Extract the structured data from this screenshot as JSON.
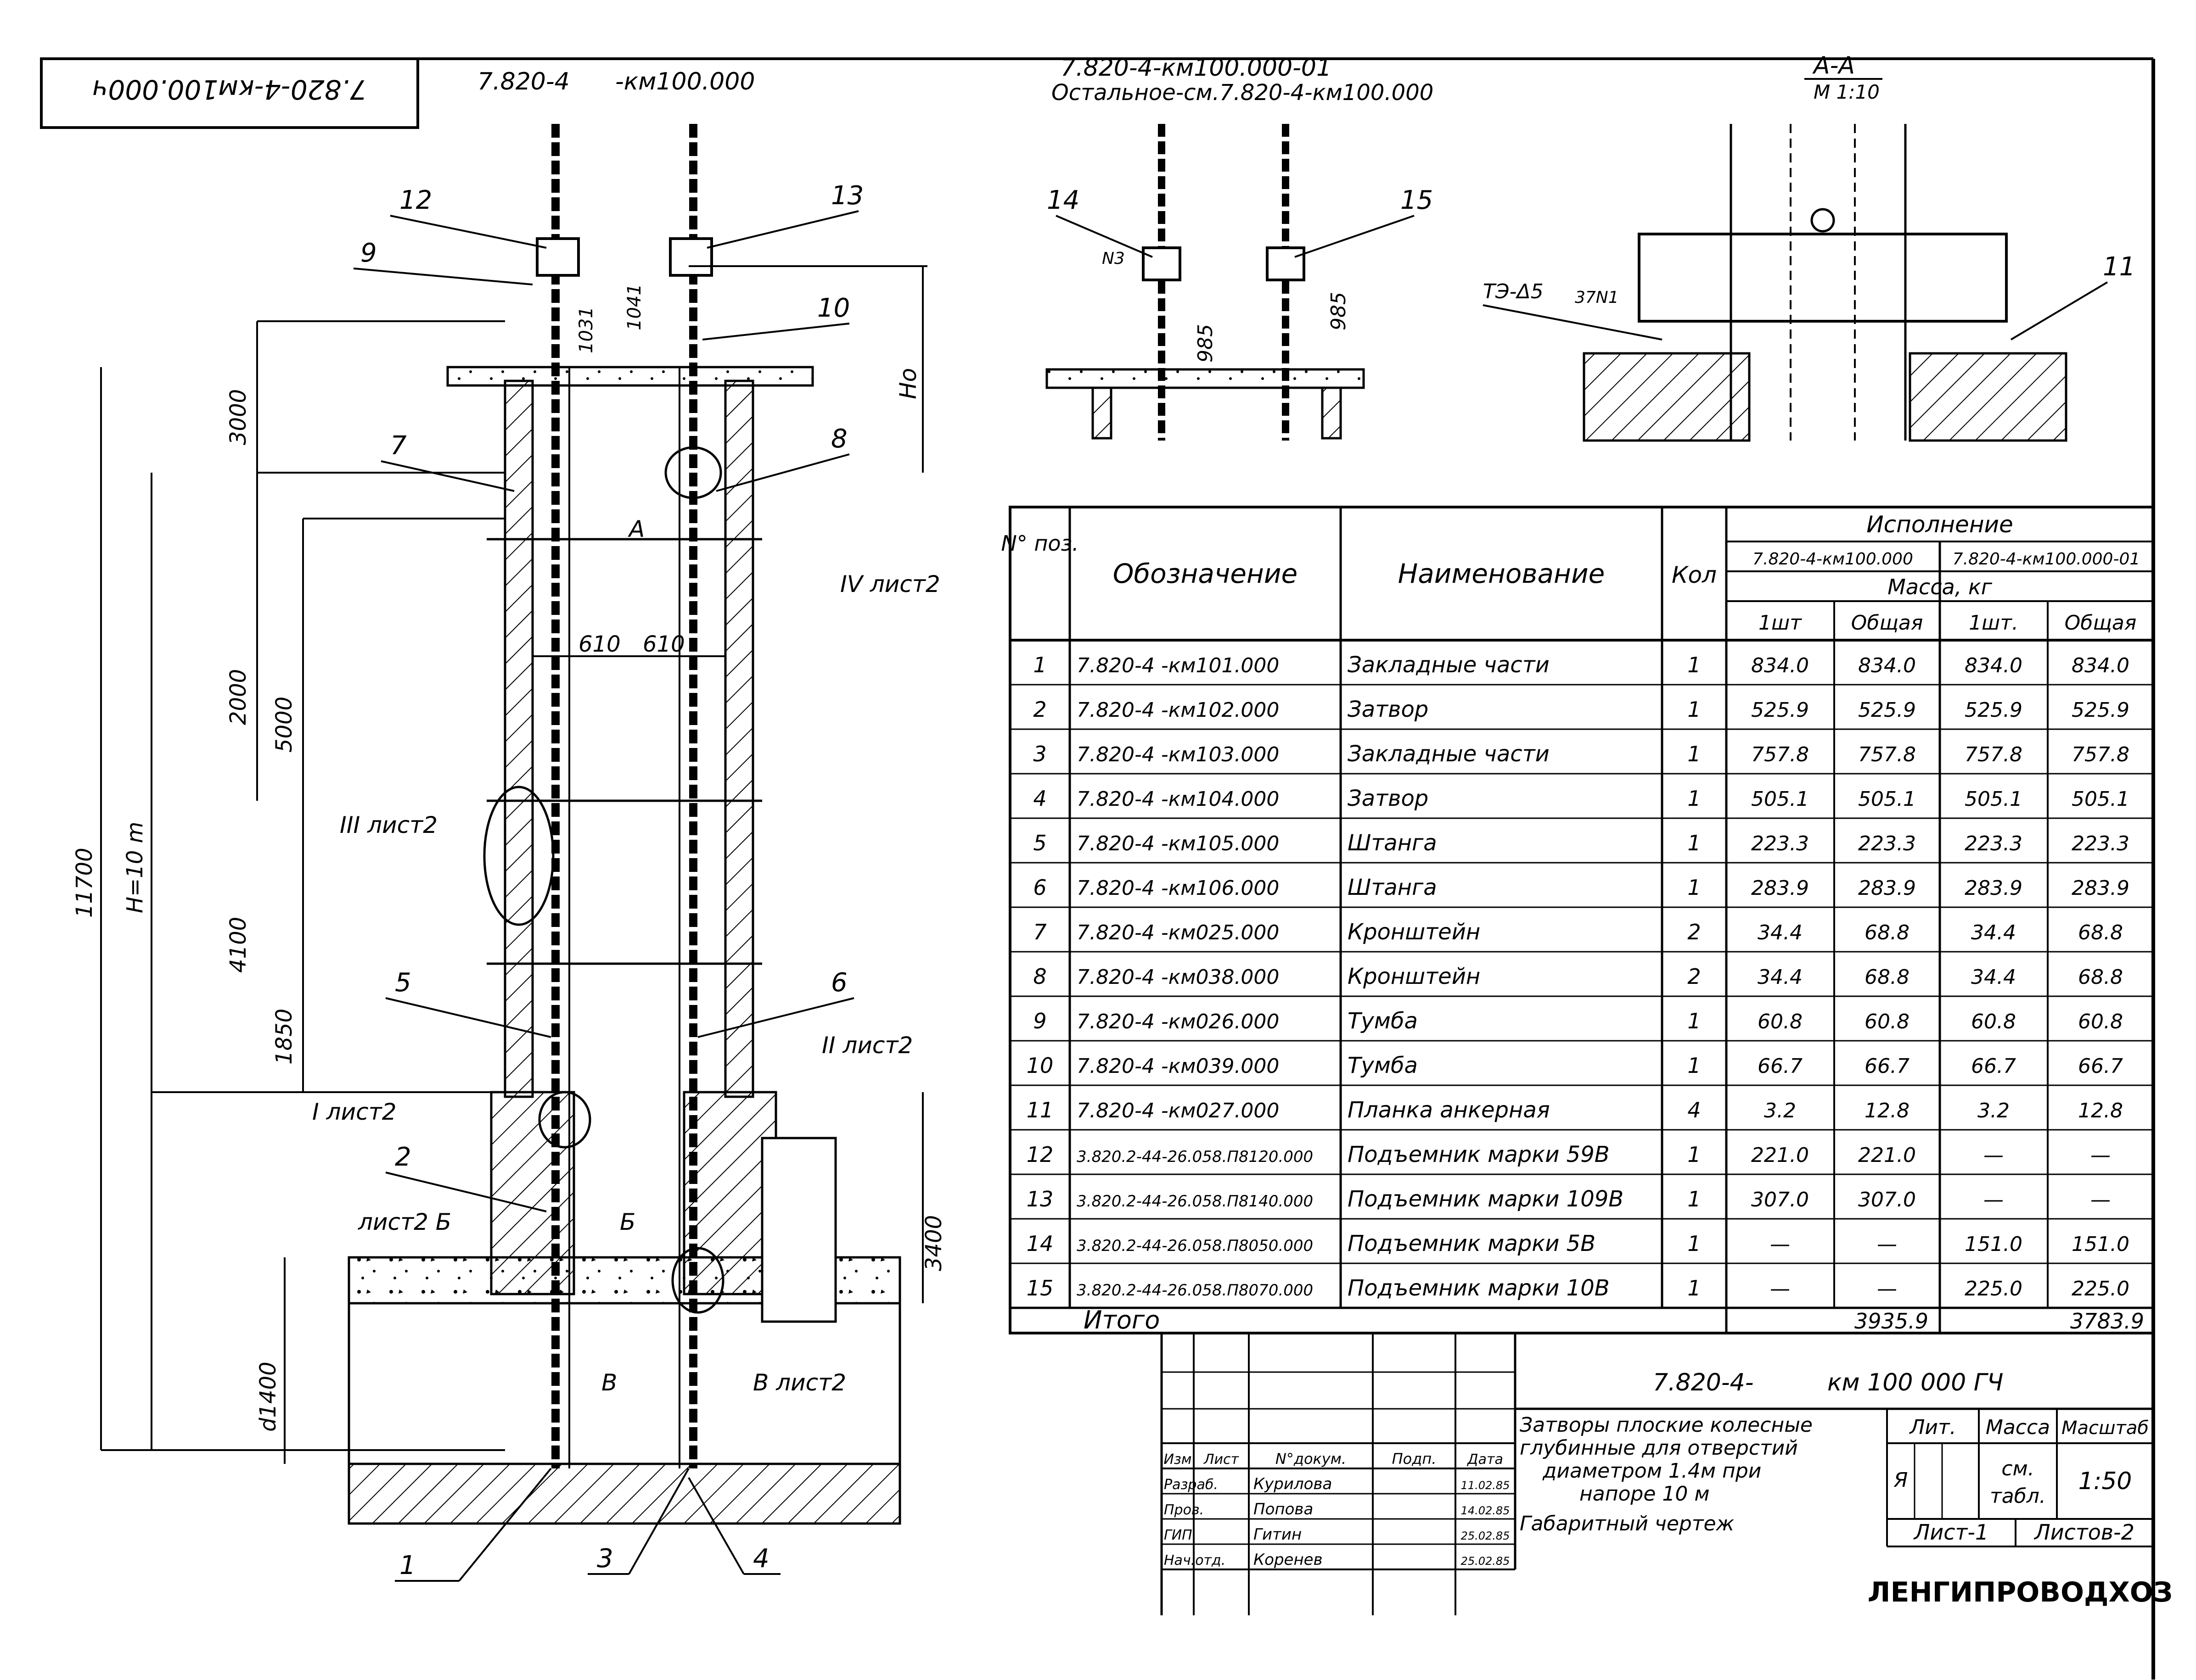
{
  "stamp_rotated": "7.820-4-км100.000ч",
  "left_view": {
    "code": "7.820-4",
    "code_suffix": "-км100.000",
    "position_labels": [
      "12",
      "9",
      "13",
      "10",
      "7",
      "8",
      "5",
      "6",
      "2",
      "1",
      "3",
      "4"
    ],
    "detail_refs": {
      "iv": "IV лист2",
      "iii": "III лист2",
      "i": "I лист2",
      "ii": "II лист2",
      "b_sheet": "лист2 Б",
      "b_letter": "Б",
      "v_sheet": "В лист2",
      "v_letter": "В",
      "a_letter": "А"
    },
    "dimensions": {
      "d3000": "3000",
      "d2000": "2000",
      "d5000": "5000",
      "d4100": "4100",
      "d1850": "1850",
      "d11700": "11700",
      "h10": "H=10 m",
      "d1400": "d1400",
      "d3400": "3400",
      "d1031": "1031",
      "d1041": "1041",
      "ho": "Hо",
      "w610a": "610",
      "w610b": "610"
    }
  },
  "mid_view": {
    "title_line1": "7.820-4-км100.000-01",
    "title_line2": "Остальное-см.7.820-4-км100.000",
    "labels": [
      "14",
      "15"
    ],
    "dims": [
      "985",
      "985"
    ],
    "n3": "N3"
  },
  "section_view": {
    "title": "А-А",
    "subtitle": "М 1:10",
    "label_11": "11",
    "weld": "ТЭ-Δ5",
    "weld2": "37N1"
  },
  "spec_table": {
    "headers": {
      "pos": "N° поз.",
      "designation": "Обозначение",
      "name": "Наименование",
      "qty": "Кол",
      "execution": "Исполнение",
      "exec1": "7.820-4-км100.000",
      "exec2": "7.820-4-км100.000-01",
      "mass": "Масса, кг",
      "one1": "1шт",
      "total1": "Общая",
      "one2": "1шт.",
      "total2": "Общая"
    },
    "rows": [
      {
        "pos": "1",
        "des": "7.820-4 -км101.000",
        "name": "Закладные части",
        "qty": "1",
        "m1": "834.0",
        "t1": "834.0",
        "m2": "834.0",
        "t2": "834.0"
      },
      {
        "pos": "2",
        "des": "7.820-4 -км102.000",
        "name": "Затвор",
        "qty": "1",
        "m1": "525.9",
        "t1": "525.9",
        "m2": "525.9",
        "t2": "525.9"
      },
      {
        "pos": "3",
        "des": "7.820-4 -км103.000",
        "name": "Закладные части",
        "qty": "1",
        "m1": "757.8",
        "t1": "757.8",
        "m2": "757.8",
        "t2": "757.8"
      },
      {
        "pos": "4",
        "des": "7.820-4 -км104.000",
        "name": "Затвор",
        "qty": "1",
        "m1": "505.1",
        "t1": "505.1",
        "m2": "505.1",
        "t2": "505.1"
      },
      {
        "pos": "5",
        "des": "7.820-4 -км105.000",
        "name": "Штанга",
        "qty": "1",
        "m1": "223.3",
        "t1": "223.3",
        "m2": "223.3",
        "t2": "223.3"
      },
      {
        "pos": "6",
        "des": "7.820-4 -км106.000",
        "name": "Штанга",
        "qty": "1",
        "m1": "283.9",
        "t1": "283.9",
        "m2": "283.9",
        "t2": "283.9"
      },
      {
        "pos": "7",
        "des": "7.820-4 -км025.000",
        "name": "Кронштейн",
        "qty": "2",
        "m1": "34.4",
        "t1": "68.8",
        "m2": "34.4",
        "t2": "68.8"
      },
      {
        "pos": "8",
        "des": "7.820-4 -км038.000",
        "name": "Кронштейн",
        "qty": "2",
        "m1": "34.4",
        "t1": "68.8",
        "m2": "34.4",
        "t2": "68.8"
      },
      {
        "pos": "9",
        "des": "7.820-4 -км026.000",
        "name": "Тумба",
        "qty": "1",
        "m1": "60.8",
        "t1": "60.8",
        "m2": "60.8",
        "t2": "60.8"
      },
      {
        "pos": "10",
        "des": "7.820-4 -км039.000",
        "name": "Тумба",
        "qty": "1",
        "m1": "66.7",
        "t1": "66.7",
        "m2": "66.7",
        "t2": "66.7"
      },
      {
        "pos": "11",
        "des": "7.820-4 -км027.000",
        "name": "Планка анкерная",
        "qty": "4",
        "m1": "3.2",
        "t1": "12.8",
        "m2": "3.2",
        "t2": "12.8"
      },
      {
        "pos": "12",
        "des": "3.820.2-44-26.058.П8120.000",
        "name": "Подъемник марки 59В",
        "qty": "1",
        "m1": "221.0",
        "t1": "221.0",
        "m2": "—",
        "t2": "—"
      },
      {
        "pos": "13",
        "des": "3.820.2-44-26.058.П8140.000",
        "name": "Подъемник марки 109В",
        "qty": "1",
        "m1": "307.0",
        "t1": "307.0",
        "m2": "—",
        "t2": "—"
      },
      {
        "pos": "14",
        "des": "3.820.2-44-26.058.П8050.000",
        "name": "Подъемник марки 5В",
        "qty": "1",
        "m1": "—",
        "t1": "—",
        "m2": "151.0",
        "t2": "151.0"
      },
      {
        "pos": "15",
        "des": "3.820.2-44-26.058.П8070.000",
        "name": "Подъемник марки 10В",
        "qty": "1",
        "m1": "—",
        "t1": "—",
        "m2": "225.0",
        "t2": "225.0"
      }
    ],
    "total_label": "Итого",
    "total1": "3935.9",
    "total2": "3783.9"
  },
  "title_block": {
    "doc_code": "7.820-4-",
    "doc_code2": "км 100 000 ГЧ",
    "description": [
      "Затворы плоские колесные",
      "глубинные для отверстий",
      "диаметром 1.4м при",
      "напоре 10 м",
      "Габаритный чертеж"
    ],
    "lit": "Лит.",
    "mass": "Масса",
    "scale_label": "Масштаб",
    "lit_value": "Я",
    "mass_value1": "см.",
    "mass_value2": "табл.",
    "scale_value": "1:50",
    "sheet": "Лист-1",
    "sheets": "Листов-2",
    "org": "ЛЕНГИПРОВОДХОЗ",
    "col_headers": [
      "Изм",
      "Лист",
      "N°докум.",
      "Подп.",
      "Дата"
    ],
    "roles": [
      {
        "role": "Разраб.",
        "name": "Курилова",
        "date": "11.02.85"
      },
      {
        "role": "Пров.",
        "name": "Попова",
        "date": "14.02.85"
      },
      {
        "role": "ГИП",
        "name": "Гитин",
        "date": "25.02.85"
      },
      {
        "role": "Нач.отд.",
        "name": "Коренев",
        "date": "25.02.85"
      }
    ]
  }
}
